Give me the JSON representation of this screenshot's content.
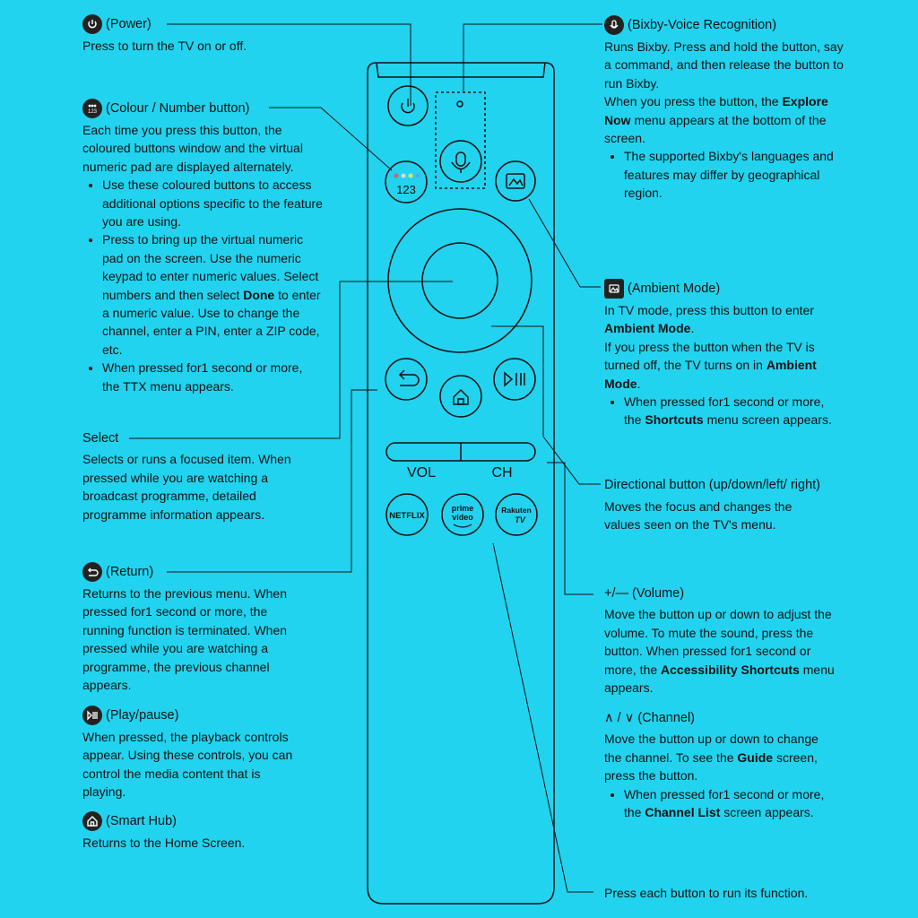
{
  "remote": {
    "vol_label": "VOL",
    "ch_label": "CH",
    "color_button_text": "123",
    "netflix": "NETFLIX",
    "prime_line1": "prime",
    "prime_line2": "video",
    "rakuten_line1": "Rakuten",
    "rakuten_line2": "TV"
  },
  "power": {
    "title": "(Power)",
    "desc": "Press to turn the TV on or off."
  },
  "colour": {
    "title": "(Colour / Number button)",
    "desc": "Each time you press this button, the coloured buttons window and the virtual numeric pad are displayed alternately.",
    "bullet1": "Use these coloured buttons to access additional options specific to the feature you are using.",
    "bullet2_a": "Press to bring up the virtual numeric pad on the screen. Use the numeric keypad to enter numeric values. Select numbers and then select ",
    "bullet2_b": "Done",
    "bullet2_c": " to enter a numeric value. Use to change the channel, enter a PIN, enter a ZIP code, etc.",
    "bullet3": "When pressed for1 second or more, the TTX menu appears."
  },
  "select": {
    "title": "Select",
    "desc": "Selects or runs a focused item. When pressed while you are watching a broadcast programme, detailed programme information appears."
  },
  "return": {
    "title": "(Return)",
    "desc": "Returns to the previous menu. When pressed for1 second or more, the running function is terminated. When pressed while you are watching a programme, the previous channel appears."
  },
  "play": {
    "title": "(Play/pause)",
    "desc": "When pressed, the playback controls appear. Using these controls, you can control the media content that is playing."
  },
  "smarthub": {
    "title": "(Smart Hub)",
    "desc": "Returns to the Home Screen."
  },
  "bixby": {
    "title": "(Bixby-Voice Recognition)",
    "desc_a": "Runs Bixby. Press and hold the button, say a command, and then release the button to run Bixby.",
    "desc_b1": "When you press the button, the ",
    "desc_b2": "Explore Now",
    "desc_b3": " menu appears at the bottom of the screen.",
    "bullet1": "The supported Bixby's languages and features may differ by geographical region."
  },
  "ambient": {
    "title": "(Ambient Mode)",
    "desc1_a": "In TV mode, press this button to enter ",
    "desc1_b": "Ambient Mode",
    "desc1_c": ".",
    "desc2_a": "If you press the button when the TV is turned off, the TV turns on in ",
    "desc2_b": "Ambient Mode",
    "desc2_c": ".",
    "bullet1_a": "When pressed for1 second or more, the ",
    "bullet1_b": "Shortcuts",
    "bullet1_c": " menu screen appears."
  },
  "directional": {
    "title": "Directional button (up/down/left/ right)",
    "desc": "Moves the focus and changes the values seen on the TV's menu."
  },
  "volume": {
    "title": "+/— (Volume)",
    "desc_a": "Move the button up or down to adjust the volume. To mute the sound, press the button. When pressed for1 second or more, the ",
    "desc_b": "Accessibility Shortcuts",
    "desc_c": " menu appears."
  },
  "channel": {
    "title": "∧ / ∨ (Channel)",
    "desc_a": "Move the button up or down to change the channel. To see the ",
    "desc_b": "Guide",
    "desc_c": " screen, press the button.",
    "bullet1_a": "When pressed for1 second or more, the ",
    "bullet1_b": "Channel List",
    "bullet1_c": " screen appears."
  },
  "footer": {
    "text": "Press each button to run its function."
  }
}
